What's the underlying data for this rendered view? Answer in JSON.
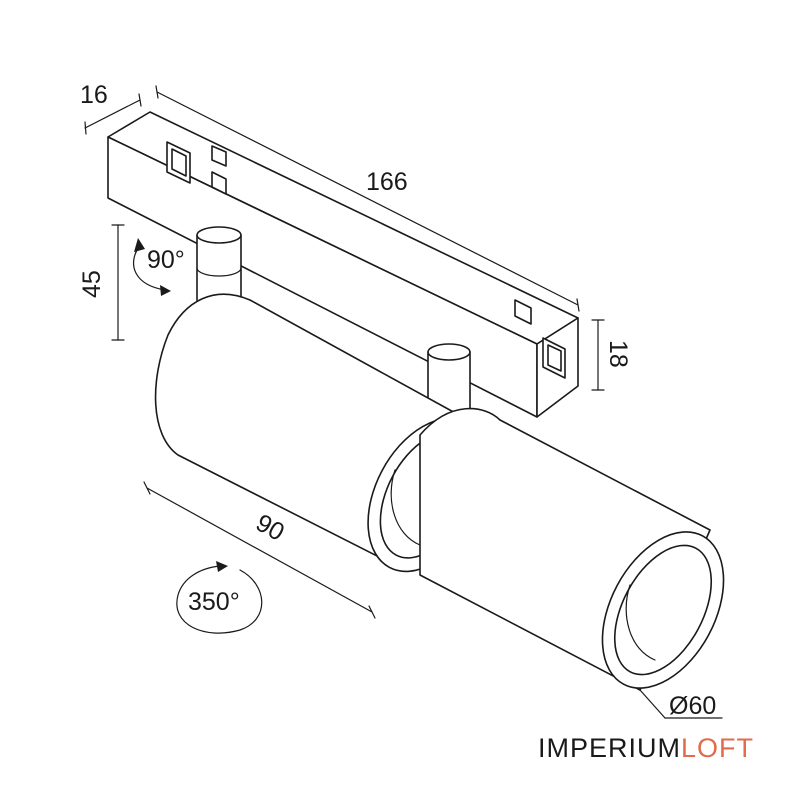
{
  "dimensions": {
    "depth": "16",
    "length": "166",
    "height_stem": "45",
    "rail_height": "18",
    "body_length": "90",
    "diameter": "Ø60"
  },
  "rotations": {
    "tilt": "90°",
    "pan": "350°"
  },
  "brand": {
    "part1": "IMPERIUM",
    "part2": "LOFT",
    "color_part1": "#1a1a1a",
    "color_part2": "#e36a4a"
  }
}
